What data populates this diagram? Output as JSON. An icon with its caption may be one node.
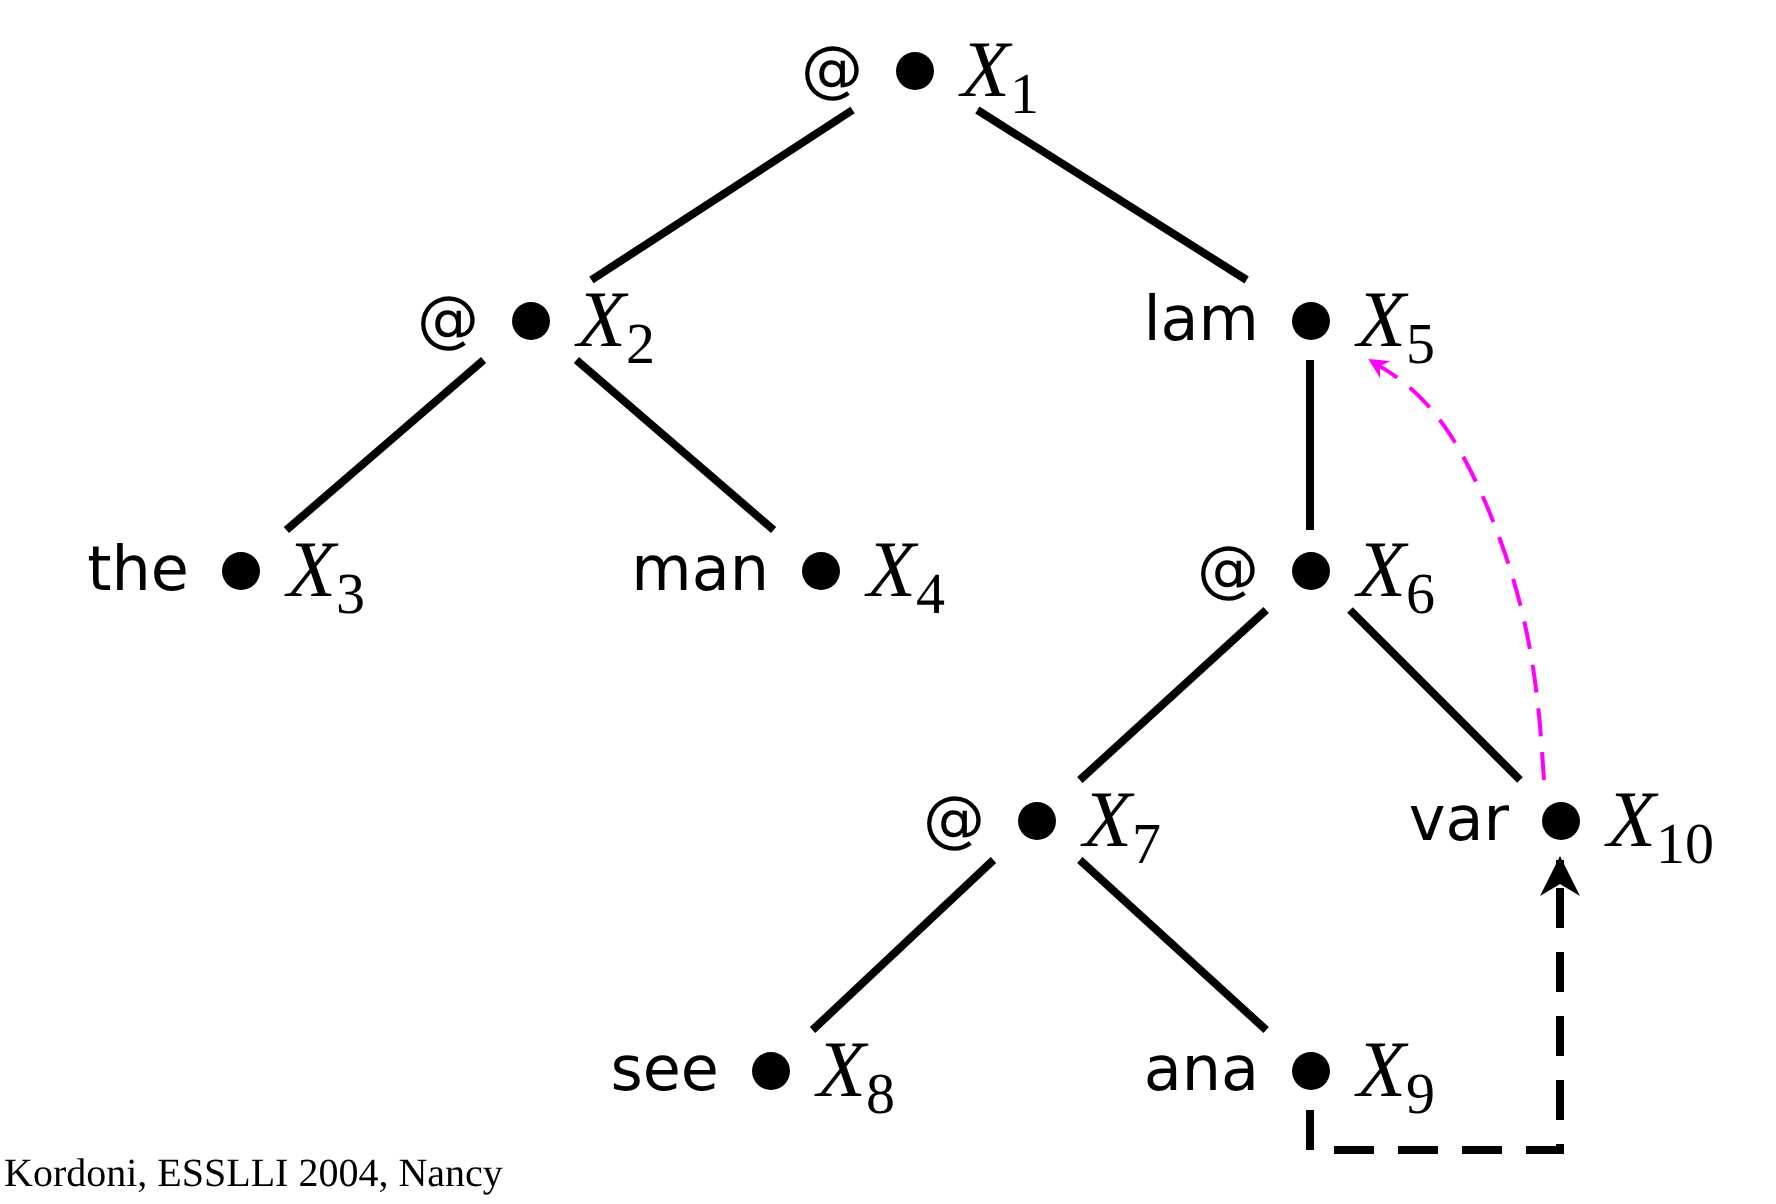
{
  "diagram": {
    "nodes": [
      {
        "text": [
          "@",
          "*X*$_{1}$"
        ]
      },
      {
        "text": [
          "@",
          "*X*$_{2}$"
        ]
      },
      {
        "text": [
          "lam",
          "*X*$_{5}$"
        ]
      },
      {
        "text": [
          "the",
          "*X*$_{3}$"
        ]
      },
      {
        "text": [
          "man",
          "*X*$_{4}$"
        ]
      },
      {
        "text": [
          "@",
          "*X*$_{6}$"
        ]
      },
      {
        "text": [
          "@",
          "*X*$_{7}$"
        ]
      },
      {
        "text": [
          "var",
          "*X*$_{10}$"
        ]
      },
      {
        "text": [
          "see",
          "*X*$_{8}$"
        ]
      },
      {
        "text": [
          "ana",
          "*X*$_{9}$"
        ]
      }
    ],
    "edges": [
      {
        "from": 0,
        "to": 1,
        "arrow": "none"
      },
      {
        "from": 0,
        "to": 2,
        "arrow": "none"
      },
      {
        "from": 1,
        "to": 3,
        "arrow": "none"
      },
      {
        "from": 1,
        "to": 4,
        "arrow": "none"
      },
      {
        "from": 2,
        "to": 5,
        "arrow": "none"
      },
      {
        "from": 5,
        "to": 6,
        "arrow": "none"
      },
      {
        "from": 5,
        "to": 7,
        "arrow": "none"
      },
      {
        "from": 6,
        "to": 8,
        "arrow": "none"
      },
      {
        "from": 6,
        "to": 9,
        "arrow": "none"
      },
      {
        "from": 7,
        "to": 2,
        "arrow": "to",
        "style": "dashed",
        "color": "#ff00ff"
      },
      {
        "from": 9,
        "to": 7,
        "arrow": "to",
        "style": "dashed"
      }
    ],
    "labels": [
      "Kordoni, ESSLLI 2004, Nancy"
    ]
  }
}
